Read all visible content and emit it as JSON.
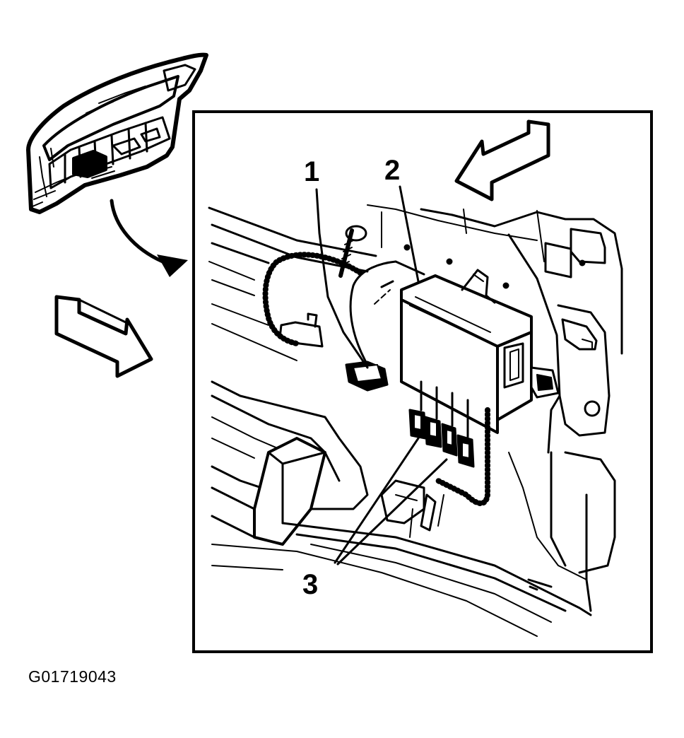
{
  "callouts": {
    "c1": "1",
    "c2": "2",
    "c3": "3"
  },
  "figure_id": "G01719043",
  "colors": {
    "ink": "#000000",
    "paper": "#ffffff"
  }
}
